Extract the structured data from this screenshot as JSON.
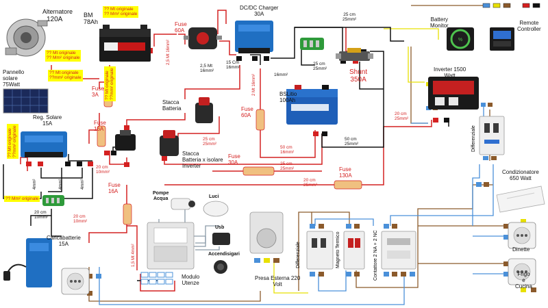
{
  "labels": {
    "alternator": [
      "Alternatore",
      "120A"
    ],
    "bm": [
      "BM",
      "78Ah"
    ],
    "dcdc": [
      "DC/DC Charger",
      "30A"
    ],
    "battery_monitor": [
      "Battery",
      "Monitor"
    ],
    "remote": [
      "Remote",
      "Controller"
    ],
    "solar_panel": [
      "Pannello",
      "solare",
      "75Watt"
    ],
    "solar_reg": [
      "Reg. Solare",
      "15A"
    ],
    "stacca_batteria": [
      "Stacca",
      "Batteria"
    ],
    "stacca_inverter": [
      "Stacca",
      "Batteria x isolare",
      "Inverter"
    ],
    "bslitio": [
      "BSLitio",
      "100Ah"
    ],
    "shunt": [
      "Shunt",
      "350A"
    ],
    "inverter": [
      "Inverter 1500",
      "Watt"
    ],
    "differenziale_v": "Differenziale",
    "condizionatore": [
      "Condizionatore",
      "650 Watt"
    ],
    "caricabatterie": [
      "Caricabatterie",
      "15A"
    ],
    "pompe": [
      "Pompe",
      "Acqua"
    ],
    "luci": "Luci",
    "usb": "Usb",
    "accendisigari": "Accendisigari",
    "modulo": [
      "Modulo",
      "Utenze"
    ],
    "presa_esterna": [
      "Presa Esterna 220",
      "Volt"
    ],
    "differenziale2": "Differenziale",
    "magneto": "Magneto Termico",
    "contattore": "Contattore 2 NA + 2 NC",
    "dinette": "Dinette",
    "frigo": [
      "Frigo",
      "e",
      "Cucina"
    ]
  },
  "fuses": {
    "fuse60a_top": [
      "Fuse",
      "60A"
    ],
    "fuse3a": [
      "Fuse",
      "3A"
    ],
    "fuse16a_1": [
      "Fuse",
      "16A"
    ],
    "fuse60a_mid": [
      "Fuse",
      "60A"
    ],
    "fuse30a": [
      "Fuse",
      "30A"
    ],
    "fuse16a_2": [
      "Fuse",
      "16A"
    ],
    "fuse130a": [
      "Fuse",
      "130A"
    ]
  },
  "wire_labels": {
    "w_25_25_top": [
      "25 cm",
      "25mm²"
    ],
    "w_25mt": [
      "2,5 Mt",
      "16mm²"
    ],
    "w_25mt_v": "2,5 Mt 16mm²",
    "w_15cm": [
      "15 Cm",
      "16mm²"
    ],
    "w_16mm": "16mm²",
    "w_25_25_shunt": [
      "25 cm",
      "25mm²"
    ],
    "w_2mt_v": "2 Mt 16mm²",
    "w_50_25": [
      "50 cm",
      "25mm²"
    ],
    "w_20_25_inv": [
      "20 cm",
      "25mm²"
    ],
    "w_25_25_stacca": [
      "25 cm",
      "25mm²"
    ],
    "w_50_16": [
      "50 cm",
      "16mm²"
    ],
    "w_25_25_fuse30": [
      "25 cm",
      "25mm²"
    ],
    "w_20_25_fuse130": [
      "20 cm",
      "25mm²"
    ],
    "w_20_10_a": [
      "20 cm",
      "10mm²"
    ],
    "w_20_10_b": [
      "20 cm",
      "10mm²"
    ],
    "w_20_10_c": [
      "20 cm",
      "10mm²"
    ],
    "w_4mm_1": "4mm²",
    "w_4mm_2": "4mm²",
    "w_4mm_3": "4mm²",
    "w_15mt_v": "1,5 Mt 4mm²"
  },
  "notes": {
    "bm_mt": "?? Mt originale",
    "bm_mm": "?? Mm² originale",
    "alt_mt": "?? Mt originale",
    "alt_mm": "?? Mm² originale",
    "mid_mt": "?? Mt originale",
    "mid_mm": "??mm² originale",
    "vert1_mt": "?? Mt originale",
    "vert1_mm": "??mm² originale",
    "vert2_mt": "?? Mt originale",
    "vert2_mm": "??mm² originale",
    "bottom_mm": "?? Mm² originale"
  },
  "colors": {
    "dc_red": "#d42020",
    "dc_black": "#111111",
    "ac_brown": "#8b5a2b",
    "ac_blue": "#4a90d9",
    "earth_yellow": "#e8e000",
    "label_red": "#d42020",
    "highlight": "#ffff00"
  }
}
